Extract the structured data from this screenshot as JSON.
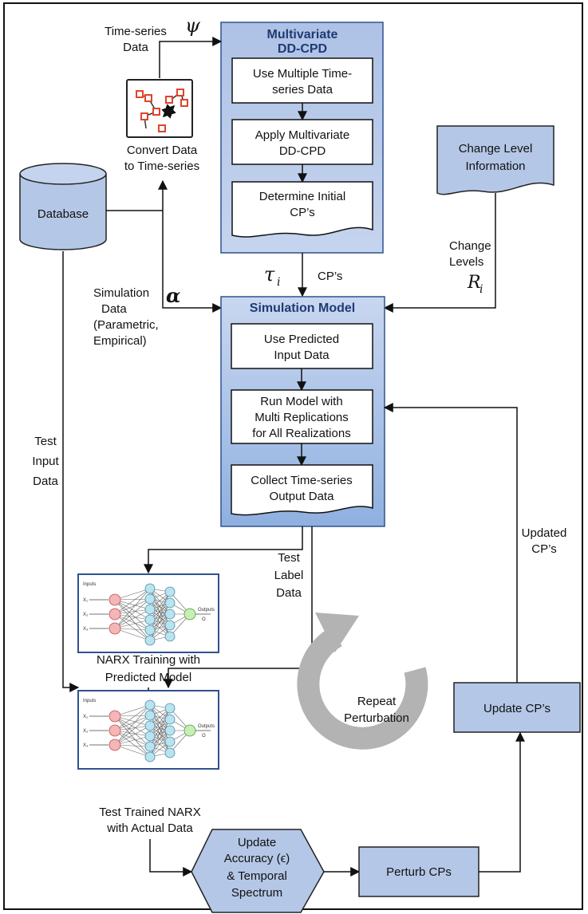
{
  "inputs": {
    "time_series_data": [
      "Time-series",
      "Data"
    ],
    "psi": "ψ",
    "convert": [
      "Convert Data",
      "to Time-series"
    ],
    "database": "Database",
    "simulation_data": [
      "Simulation",
      "Data",
      "(Parametric,",
      "Empirical)"
    ],
    "alpha": "α",
    "test_input": [
      "Test",
      "Input",
      "Data"
    ]
  },
  "cpd_block": {
    "title": [
      "Multivariate",
      "DD-CPD"
    ],
    "steps": [
      [
        "Use Multiple Time-",
        "series Data"
      ],
      [
        "Apply Multivariate",
        "DD-CPD"
      ],
      [
        "Determine Initial",
        "CP’s"
      ]
    ]
  },
  "cp_link": {
    "tau_base": "τ",
    "tau_sub": "i",
    "label": "CP’s"
  },
  "change_level": {
    "doc": [
      "Change Level",
      "Information"
    ],
    "label": [
      "Change",
      "Levels"
    ],
    "r_base": "R",
    "r_sub": "i"
  },
  "sim_block": {
    "title": "Simulation Model",
    "steps": [
      [
        "Use Predicted",
        "Input Data"
      ],
      [
        "Run Model with",
        "Multi Replications",
        "for All Realizations"
      ],
      [
        "Collect Time-series",
        "Output Data"
      ]
    ]
  },
  "test_label": [
    "Test",
    "Label",
    "Data"
  ],
  "updated_cps": [
    "Updated",
    "CP’s"
  ],
  "nn_panel": {
    "inputs": "Inputs",
    "outputs": "Outputs",
    "x1": "X₁",
    "x2": "X₂",
    "x3": "X₃",
    "o": "O"
  },
  "narx_train": [
    "NARX Training with",
    "Predicted Model"
  ],
  "narx_test": [
    "Test Trained NARX",
    "with Actual Data"
  ],
  "repeat": [
    "Repeat",
    "Perturbation"
  ],
  "update_cps": "Update CP’s",
  "accuracy": [
    "Update",
    "Accuracy (ϵ)",
    "& Temporal",
    "Spectrum"
  ],
  "perturb": "Perturb CPs",
  "colors": {
    "block_fill": "#b4c7e7",
    "block_stroke": "#2f528f",
    "header_text": "#1f3b73",
    "cylinder_fill": "#b4c7e7",
    "arrow_gray": "#b3b3b3",
    "neuron_in": "#f4b6b6",
    "neuron_hidden": "#b9e3ee",
    "neuron_out": "#c6efb6"
  }
}
